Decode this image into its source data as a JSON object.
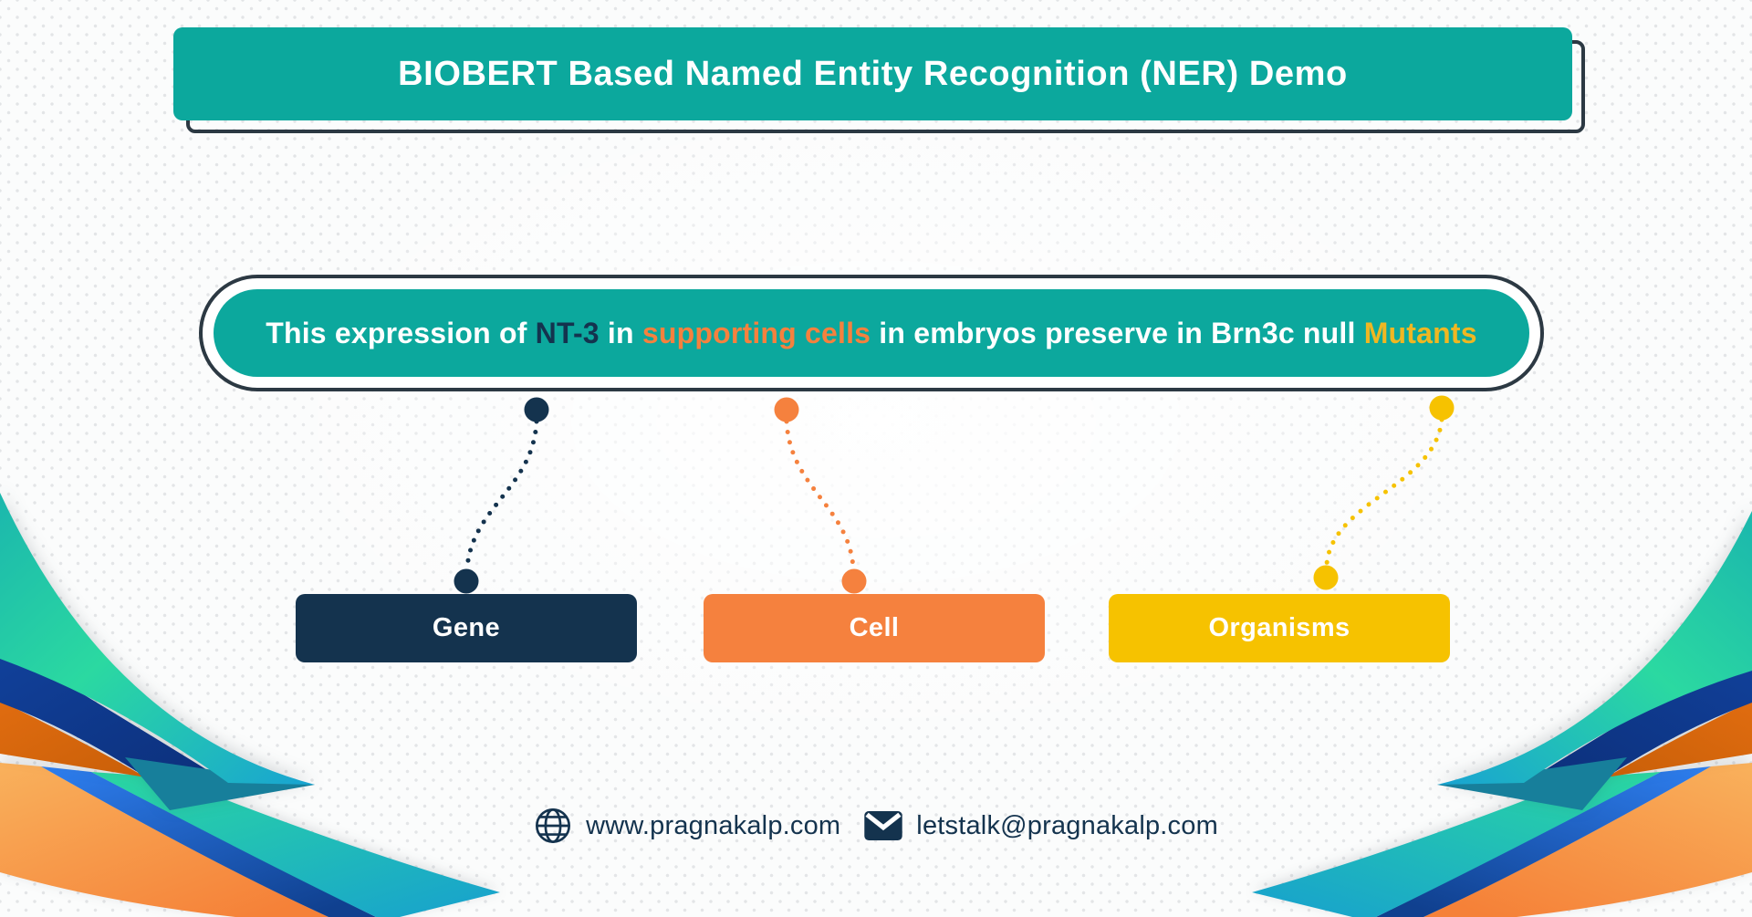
{
  "header": {
    "title": "BIOBERT Based Named Entity Recognition (NER) Demo"
  },
  "sentence": {
    "segments": [
      {
        "text": "This expression of ",
        "entity": "none"
      },
      {
        "text": "NT-3",
        "entity": "gene"
      },
      {
        "text": " in ",
        "entity": "none"
      },
      {
        "text": "supporting cells",
        "entity": "cell"
      },
      {
        "text": " in embryos preserve in Brn3c null ",
        "entity": "none"
      },
      {
        "text": "Mutants",
        "entity": "organism"
      }
    ]
  },
  "entities": [
    {
      "id": "gene",
      "label": "Gene",
      "color": "#14334e"
    },
    {
      "id": "cell",
      "label": "Cell",
      "color": "#f5813e"
    },
    {
      "id": "organism",
      "label": "Organisms",
      "color": "#f6c200"
    }
  ],
  "footer": {
    "website": "www.pragnakalp.com",
    "email": "letstalk@pragnakalp.com",
    "icons": {
      "website": "globe-icon",
      "email": "envelope-icon"
    }
  },
  "colors": {
    "teal": "#0ca89d",
    "slate": "#2c3943",
    "navy": "#14334e",
    "orange": "#f5813e",
    "yellow": "#f6c200",
    "yellow-text": "#efb722",
    "swoosh-green": "#2bd9a1",
    "swoosh-cyan": "#18a3d2",
    "swoosh-blue": "#2e7ff0",
    "swoosh-darkblue": "#10408f",
    "swoosh-amber": "#f9b15c",
    "swoosh-bright-orange": "#f58138",
    "swoosh-dark-orange": "#e06c10",
    "swoosh-navy-band": "#11419b",
    "swoosh-navy-band-dark": "#0c2f7a",
    "swoosh-tip-teal": "#177f9b"
  }
}
